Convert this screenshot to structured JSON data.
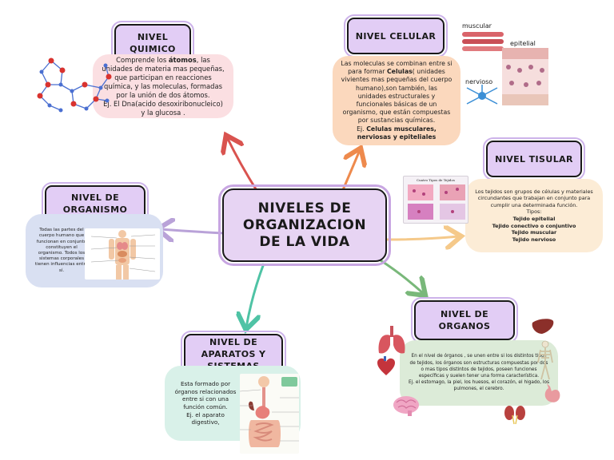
{
  "central": {
    "title": "NIVELES DE ORGANIZACION DE LA VIDA"
  },
  "nodes": {
    "quimico": {
      "title": "NIVEL QUIMICO",
      "text_a": "Comprende los ",
      "text_bold": "átomos",
      "text_b": ", las unidades de materia mas pequeñas, que participan en reacciones química, y las moleculas, formadas por la unión de dos átomos.",
      "text_c": "Ej. El Dna(acido desoxiribonucleico) y la glucosa ."
    },
    "celular": {
      "title": "NIVEL CELULAR",
      "text_a": "Las moleculas se combinan entre si para formar ",
      "text_bold": "Celulas",
      "text_b": "( unidades vivientes mas pequeñas del cuerpo humano),son también,  las unidades estructurales y funcionales básicas de un organismo, que están compuestas por sustancias químicas.",
      "example_prefix": "Ej. ",
      "example_bold": "Celulas musculares, nerviosas y epiteliales",
      "img_labels": {
        "muscular": "muscular",
        "epitelial": "epitelial",
        "nervioso": "nervioso"
      }
    },
    "tisular": {
      "title": "NIVEL TISULAR",
      "text": "Los tejidos son grupos de células y materiales circundantes que trabajan en conjunto para cumplir una determinada función.",
      "tipos_label": "Tipos:",
      "tipos": [
        "Tejido epitelial",
        "Tejido conectivo o conjuntivo",
        "Tejido muscular",
        "Tejido nervioso"
      ],
      "img_title": "Cuatro Tipos de Tejidos"
    },
    "organismo": {
      "title": "NIVEL DE ORGANISMO",
      "text": "Todas las partes del cuerpo humano que funcionan en conjunto constituyen el organismo. Todos los sistemas corporales tienen influencias entre sí."
    },
    "organos": {
      "title": "NIVEL DE ORGANOS",
      "text": "En el nivel de órganos , se unen entre si los distintos tipos de tejidos, los órganos son estructuras compuestas por dos o mas tipos distintos de tejidos, poseen funciones específicas y suelen tener una forma característica.",
      "example": "Ej. el estomago, la piel, los huesos, el corazón, el higado, los pulmones, el cerebro."
    },
    "aparatos": {
      "title": "NIVEL DE APARATOS Y SISTEMAS",
      "text": "Esta formado por órganos relacionados entre si con una función común.",
      "example": "Ej. el aparato digestivo,"
    }
  },
  "colors": {
    "arrow_quimico": "#d9534f",
    "arrow_celular": "#ee8a4d",
    "arrow_tisular": "#f5c98a",
    "arrow_organismo": "#b9a2d8",
    "arrow_organos": "#79b87a",
    "arrow_aparatos": "#4fc3a5"
  }
}
